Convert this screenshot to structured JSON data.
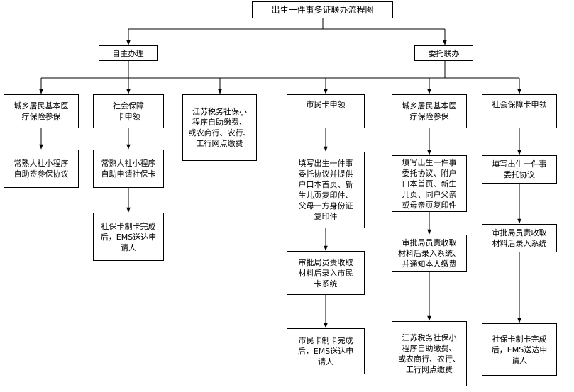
{
  "title": "出生一件事多证联办流程图",
  "branches": {
    "self": "自主办理",
    "entrust": "委托联办"
  },
  "self_columns": [
    {
      "head": "城乡居民基本医\n疗保险参保",
      "steps": [
        "常熟人社小程序\n自助签参保协议"
      ]
    },
    {
      "head": "社会保障\n卡申领",
      "steps": [
        "常熟人社小程序\n自助申请社保卡",
        "社保卡制卡完成\n后，EMS送达申\n请人"
      ]
    },
    {
      "head": "江苏税务社保小\n程序自助缴费、\n或农商行、农行、\n工行网点缴费",
      "steps": []
    }
  ],
  "entrust_columns": [
    {
      "head": "市民卡申领",
      "steps": [
        "填写出生一件事\n委托协议并提供\n户口本首页、新\n生儿页复印件、\n父母一方身份证\n复印件",
        "审批局员责收取\n材料后录入市民\n卡系统",
        "市民卡制卡完成\n后，EMS送达申\n请人"
      ]
    },
    {
      "head": "城乡居民基本医\n疗保险参保",
      "steps": [
        "填写出生一件事\n委托协议、附户\n口本首页、新生\n儿页、同户父亲\n或母亲页复印件",
        "审批局员责收取\n材料后录入系统、\n并通知本人缴费",
        "江苏税务社保小\n程序自助缴费、\n或农商行、农行、\n工行网点缴费"
      ]
    },
    {
      "head": "社会保障卡申领",
      "steps": [
        "填写出生一件事\n委托协议",
        "审批局员责收取\n材料后录入系统",
        "社保卡制卡完成\n后，EMS送达申\n请人"
      ]
    }
  ]
}
